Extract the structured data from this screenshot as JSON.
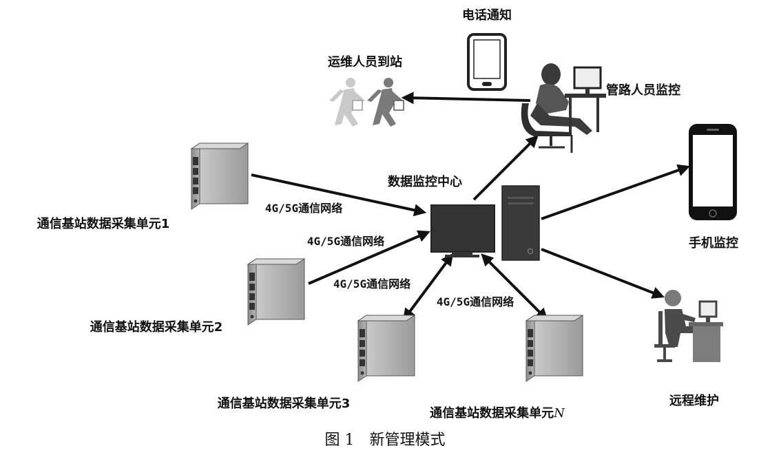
{
  "labels": {
    "phone_notify": "电话通知",
    "ops_to_site": "运维人员到站",
    "pipeline_monitor": "管路人员监控",
    "data_center": "数据监控中心",
    "mobile_monitor": "手机监控",
    "remote_maintenance": "远程维护",
    "unit1": "通信基站数据采集单元1",
    "unit2": "通信基站数据采集单元2",
    "unit3": "通信基站数据采集单元3",
    "unitN_prefix": "通信基站数据采集单元",
    "unitN_suffix": "N",
    "network": "4G/5G通信网络"
  },
  "caption": "图 1　新管理模式"
}
